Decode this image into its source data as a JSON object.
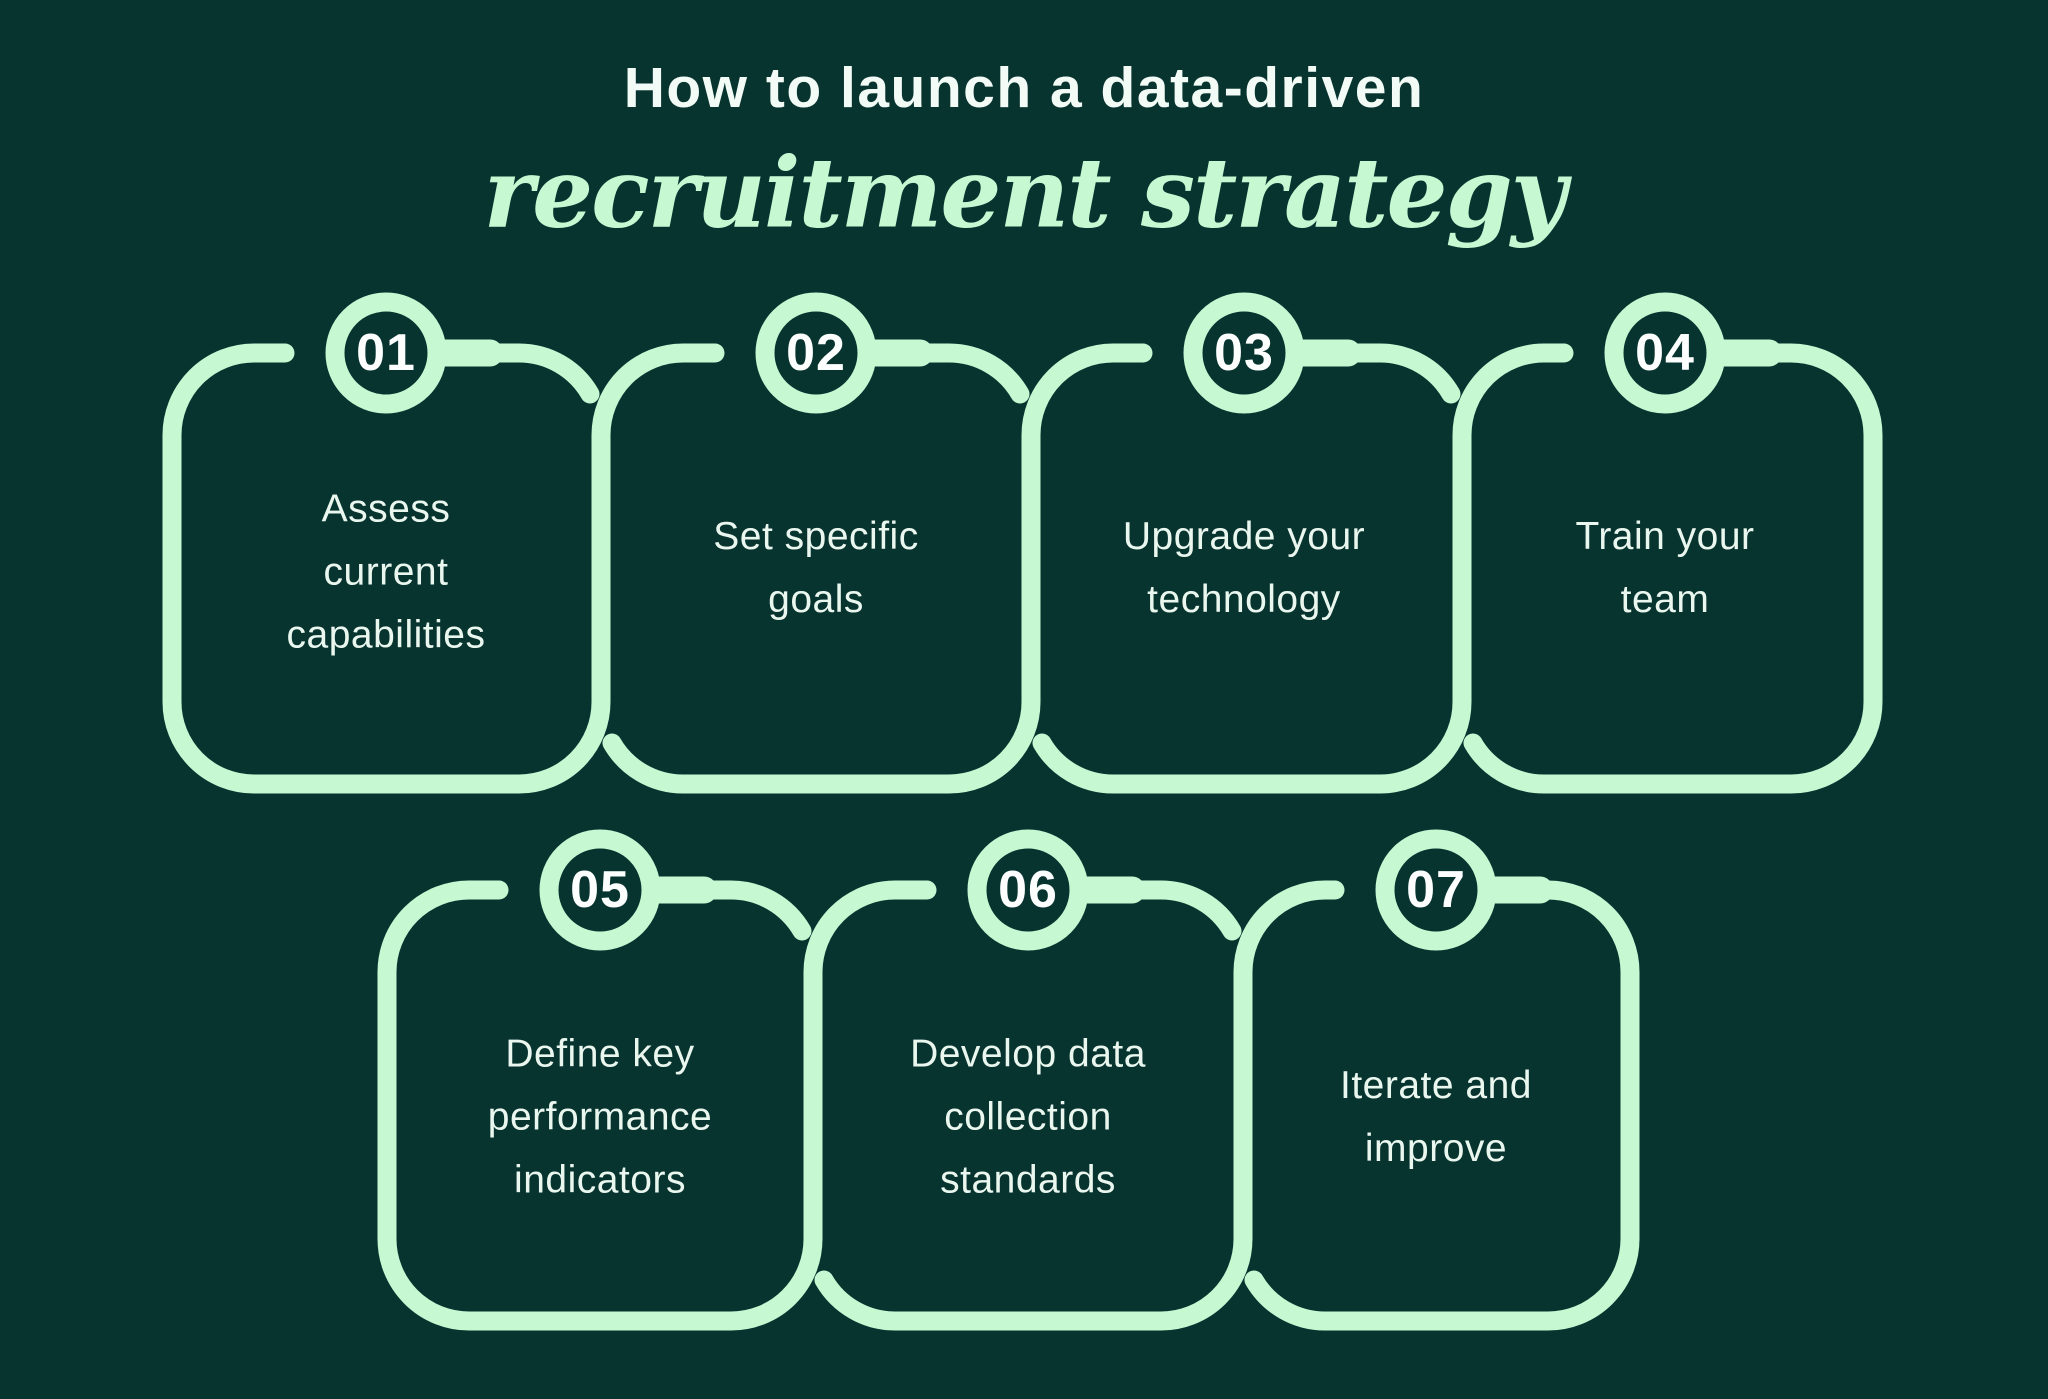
{
  "title": {
    "line1": "How to launch a data-driven",
    "line2": "recruitment strategy"
  },
  "steps": [
    {
      "number": "01",
      "label": "Assess current capabilities",
      "lines": [
        "Assess",
        "current",
        "capabilities"
      ]
    },
    {
      "number": "02",
      "label": "Set specific goals",
      "lines": [
        "Set specific",
        "goals"
      ]
    },
    {
      "number": "03",
      "label": "Upgrade your technology",
      "lines": [
        "Upgrade your",
        "technology"
      ]
    },
    {
      "number": "04",
      "label": "Train your team",
      "lines": [
        "Train your",
        "team"
      ]
    },
    {
      "number": "05",
      "label": "Define key performance indicators",
      "lines": [
        "Define key",
        "performance",
        "indicators"
      ]
    },
    {
      "number": "06",
      "label": "Develop data collection standards",
      "lines": [
        "Develop data",
        "collection",
        "standards"
      ]
    },
    {
      "number": "07",
      "label": "Iterate and improve",
      "lines": [
        "Iterate and",
        "improve"
      ]
    }
  ],
  "colors": {
    "background": "#083430",
    "accent_green": "#C6F8D2",
    "title_text": "#F2FBF5",
    "body_text": "#EAF7EF",
    "number_text": "#FDFFFE"
  }
}
